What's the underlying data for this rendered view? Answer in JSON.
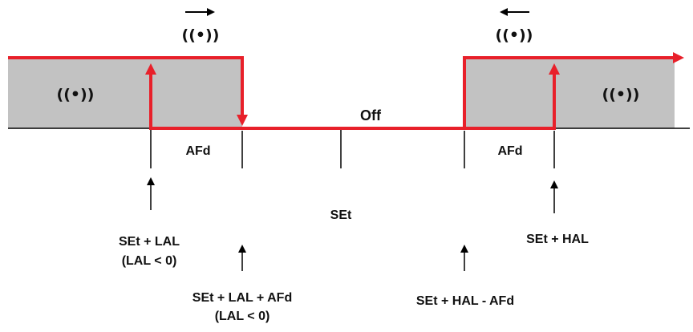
{
  "colors": {
    "zone_fill": "#c2c2c2",
    "signal_line": "#e8202a",
    "axis_line": "#000000",
    "text": "#111111"
  },
  "icons": {
    "alarm": "alarm-broadcast-icon",
    "direction_right": "arrow-right-icon",
    "direction_left": "arrow-left-icon"
  },
  "alarm_symbol": "((•))",
  "labels": {
    "off": "Off",
    "afd_left": "AFd",
    "afd_right": "AFd",
    "set": "SEt",
    "set_lal": "SEt + LAL",
    "set_lal_note": "(LAL < 0)",
    "set_lal_afd": "SEt + LAL + AFd",
    "set_lal_afd_note": "(LAL < 0)",
    "set_hal_afd": "SEt + HAL - AFd",
    "set_hal": "SEt + HAL"
  }
}
